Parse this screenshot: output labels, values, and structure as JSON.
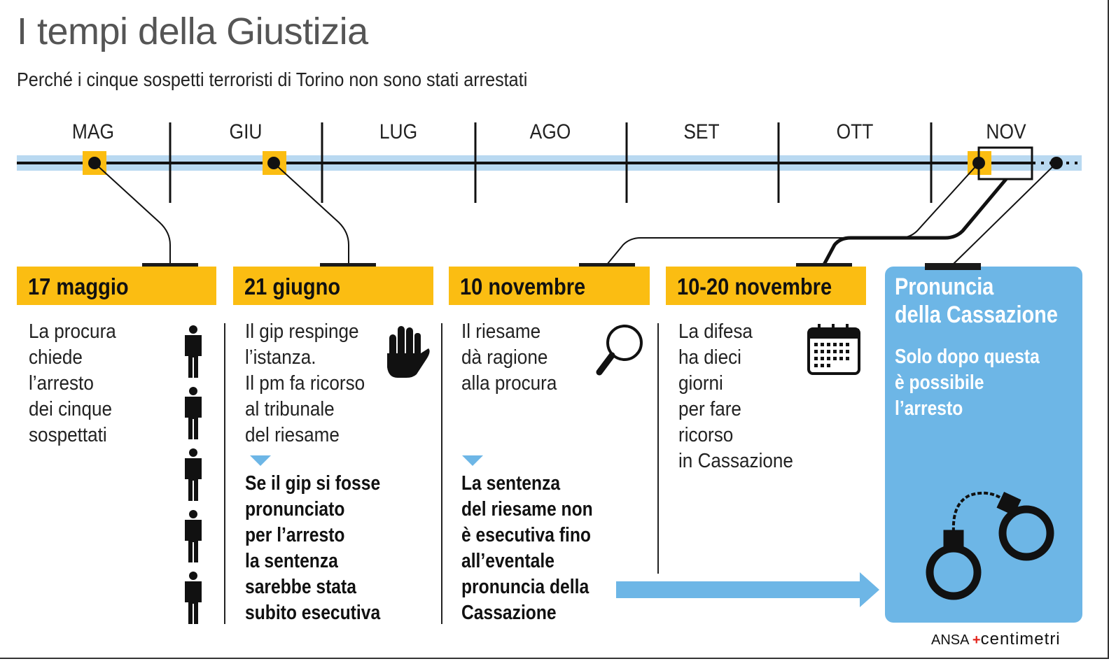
{
  "title": "I tempi della Giustizia",
  "subtitle": "Perché i cinque sospetti terroristi di Torino non sono stati arrestati",
  "months": [
    "MAG",
    "GIU",
    "LUG",
    "AGO",
    "SET",
    "OTT",
    "NOV"
  ],
  "steps": [
    {
      "date": "17 maggio",
      "text": "La procura\nchiede\nl’arresto\ndei cinque\nsospettati",
      "icon": "person-icon"
    },
    {
      "date": "21 giugno",
      "text": "Il gip respinge\nl’istanza.\nIl pm fa ricorso\nal tribunale\ndel riesame",
      "note": "Se il gip si fosse\npronunciato\nper l’arresto\nla sentenza\nsarebbe stata\nsubito esecutiva",
      "icon": "hand-icon"
    },
    {
      "date": "10 novembre",
      "text": "Il riesame\ndà ragione\nalla procura",
      "note": "La sentenza\ndel riesame non\nè esecutiva fino\nall’eventale\npronuncia della\nCassazione",
      "icon": "magnifier-icon"
    },
    {
      "date": "10-20 novembre",
      "text": "La difesa\nha dieci\ngiorni\nper fare\nricorso\nin Cassazione",
      "icon": "calendar-icon"
    }
  ],
  "final": {
    "title": "Pronuncia\ndella Cassazione",
    "text": "Solo dopo questa\nè possibile\nl’arresto",
    "icon": "handcuffs-icon"
  },
  "credit": {
    "ansa": "ANSA",
    "brand": "centimetri"
  },
  "colors": {
    "yellow": "#fbbd12",
    "blue": "#6db6e6",
    "band": "#b9d9f1"
  }
}
